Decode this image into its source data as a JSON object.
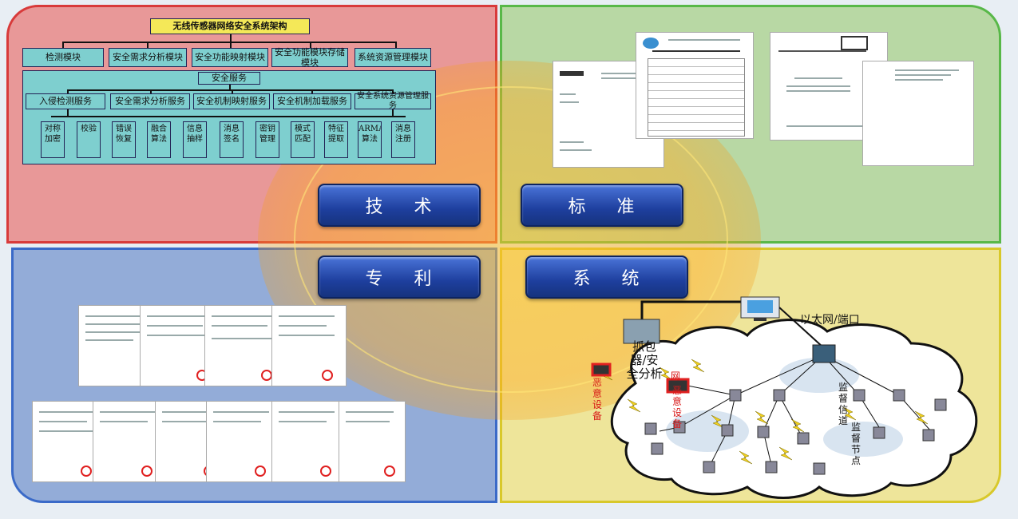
{
  "quadrants": {
    "tech_label": "技 术",
    "standard_label": "标 准",
    "patent_label": "专 利",
    "system_label": "系 统"
  },
  "tech_diagram": {
    "title": "无线传感器网络安全系统架构",
    "modules": [
      "检测模块",
      "安全需求分析模块",
      "安全功能映射模块",
      "安全功能模块存储模块",
      "系统资源管理模块"
    ],
    "service_title": "安全服务",
    "services": [
      "入侵检测服务",
      "安全需求分析服务",
      "安全机制映射服务",
      "安全机制加载服务",
      "安全系统资源管理服务"
    ],
    "functions": [
      "对称加密",
      "校验",
      "错误恢复",
      "融合算法",
      "信息抽样",
      "消息签名",
      "密钥管理",
      "模式匹配",
      "特征提取",
      "ARMA算法",
      "消息注册"
    ]
  },
  "system_diagram": {
    "ethernet_port": "以太网/端口",
    "sniffer": "抓包器/安全分析",
    "malicious_device_left": "恶意设备",
    "net_label": "网",
    "malicious_device_center": "恶意设备",
    "monitor_channel": "监督信道",
    "monitor_node": "监督节点"
  },
  "colors": {
    "tech_bg": "#e89898",
    "standard_bg": "#b8d8a4",
    "patent_bg": "#93acd8",
    "system_bg": "#eee59a",
    "pill_blue": "#1e3f9e",
    "diagram_box": "#7ecfcf"
  }
}
